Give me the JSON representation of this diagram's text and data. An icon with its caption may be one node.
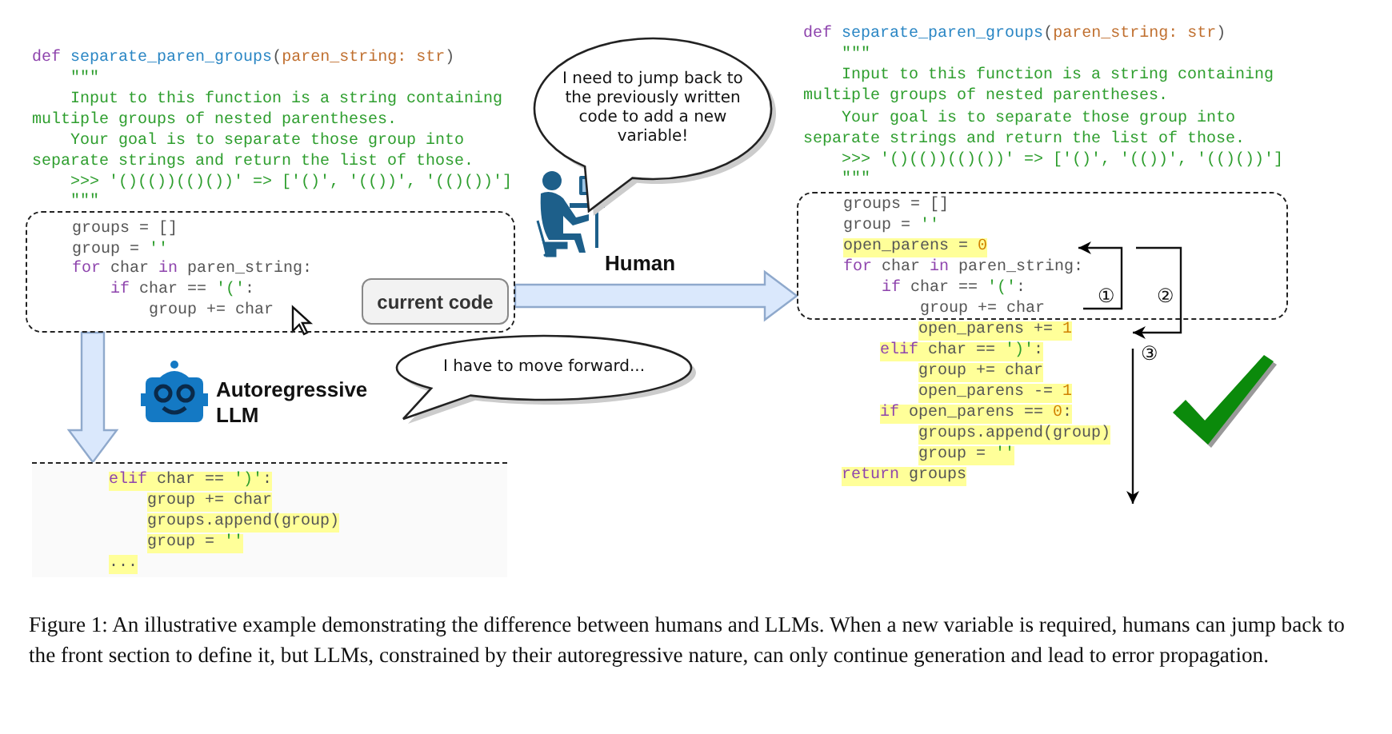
{
  "diagram": {
    "caption": "Figure 1: An illustrative example demonstrating the difference between humans and LLMs. When a new variable is required, humans can jump back to the front section to define it, but LLMs, constrained by their autoregressive nature, can only continue generation and lead to error propagation.",
    "nodes": [
      {
        "text": [
          "groups = []",
          "group = ''",
          "for char in paren_string:",
          "if char == '(':",
          "group += char"
        ]
      },
      {
        "text": [
          "current code"
        ],
        "in": 0
      },
      {
        "text": [
          "I need to jump back to the previously written code to add a new variable!"
        ]
      },
      {
        "text": [
          "Human"
        ]
      },
      {
        "text": [
          "groups = []",
          "group = ''",
          "open_parens = 0",
          "for char in paren_string:",
          "if char == '(':",
          "group += char"
        ]
      },
      {
        "text": [
          "Autoregressive LLM"
        ]
      },
      {
        "text": [
          "I have to move forward..."
        ]
      },
      {
        "text": [
          "elif char == ')':",
          "group += char",
          "groups.append(group)",
          "group = ''",
          "..."
        ]
      }
    ],
    "edges": [
      {
        "from": 0,
        "to": 4,
        "arrow": "to",
        "style": "thick"
      },
      {
        "from": 0,
        "to": 7,
        "arrow": "to",
        "style": "thick"
      }
    ],
    "labels": [
      "def separate_paren_groups(paren_string: str)",
      "\"\"\"",
      "Input to this function is a string containing",
      "multiple groups of nested parentheses.",
      "Your goal is to separate those group into",
      "separate strings and return the list of those.",
      ">>> '()(())(()())' => ['()', '(())', '(()())']",
      "\"\"\"",
      "def separate_paren_groups(paren_string: str)",
      "\"\"\"",
      "Input to this function is a string containing",
      "multiple groups of nested parentheses.",
      "Your goal is to separate those group into",
      "separate strings and return the list of those.",
      ">>> '()(())(()())' => ['()', '(())', '(()())']",
      "\"\"\"",
      "①",
      "②",
      "③",
      "open_parens += 1",
      "elif char == ')':",
      "group += char",
      "open_parens -= 1",
      "if open_parens == 0:",
      "groups.append(group)",
      "group = ''",
      "return groups"
    ]
  }
}
